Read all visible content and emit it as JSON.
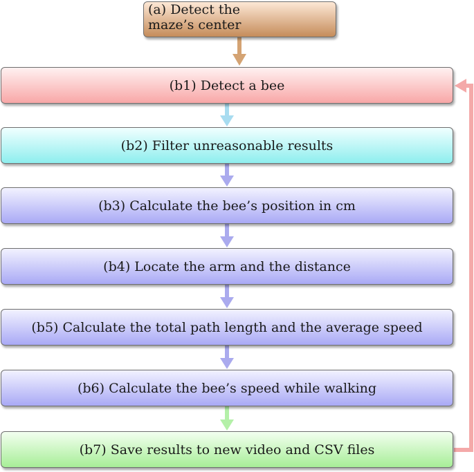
{
  "diagram": {
    "top": {
      "line1": "(a) Detect the",
      "line2": "maze’s center"
    },
    "steps": [
      {
        "label": "(b1) Detect a bee"
      },
      {
        "label": "(b2) Filter unreasonable results"
      },
      {
        "label": "(b3) Calculate the bee’s position in cm"
      },
      {
        "label": "(b4) Locate the arm and the distance"
      },
      {
        "label": "(b5) Calculate the total path length and the average speed"
      },
      {
        "label": "(b6) Calculate the bee’s speed while walking"
      },
      {
        "label": "(b7) Save results to new video and CSV files"
      }
    ]
  },
  "colors": {
    "arrow_a": "#d4a373",
    "arrow_b1": "#a8dcf0",
    "arrow_b": "#aaaaee",
    "arrow_b6": "#b4f0a8",
    "loop": "#f4a9a9"
  }
}
